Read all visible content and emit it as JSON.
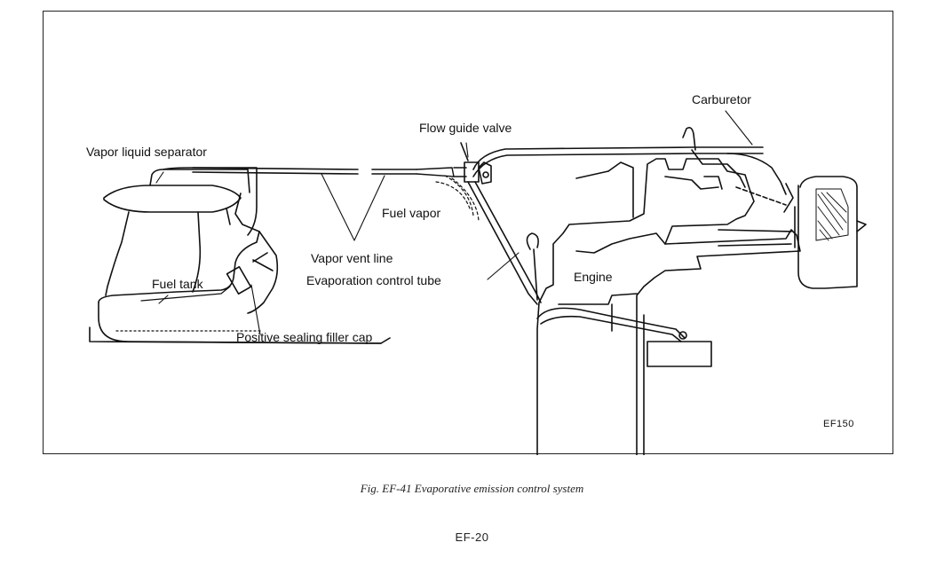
{
  "diagram": {
    "labels": {
      "carburetor": "Carburetor",
      "flow_guide_valve": "Flow guide valve",
      "vapor_liquid_separator": "Vapor liquid separator",
      "fuel_vapor": "Fuel vapor",
      "vapor_vent_line": "Vapor vent line",
      "evaporation_control_tube": "Evaporation control tube",
      "engine": "Engine",
      "fuel_tank": "Fuel tank",
      "filler_cap": "Positive sealing filler cap"
    },
    "code": "EF150"
  },
  "caption": "Fig. EF-41  Evaporative emission control system",
  "page_number": "EF-20"
}
